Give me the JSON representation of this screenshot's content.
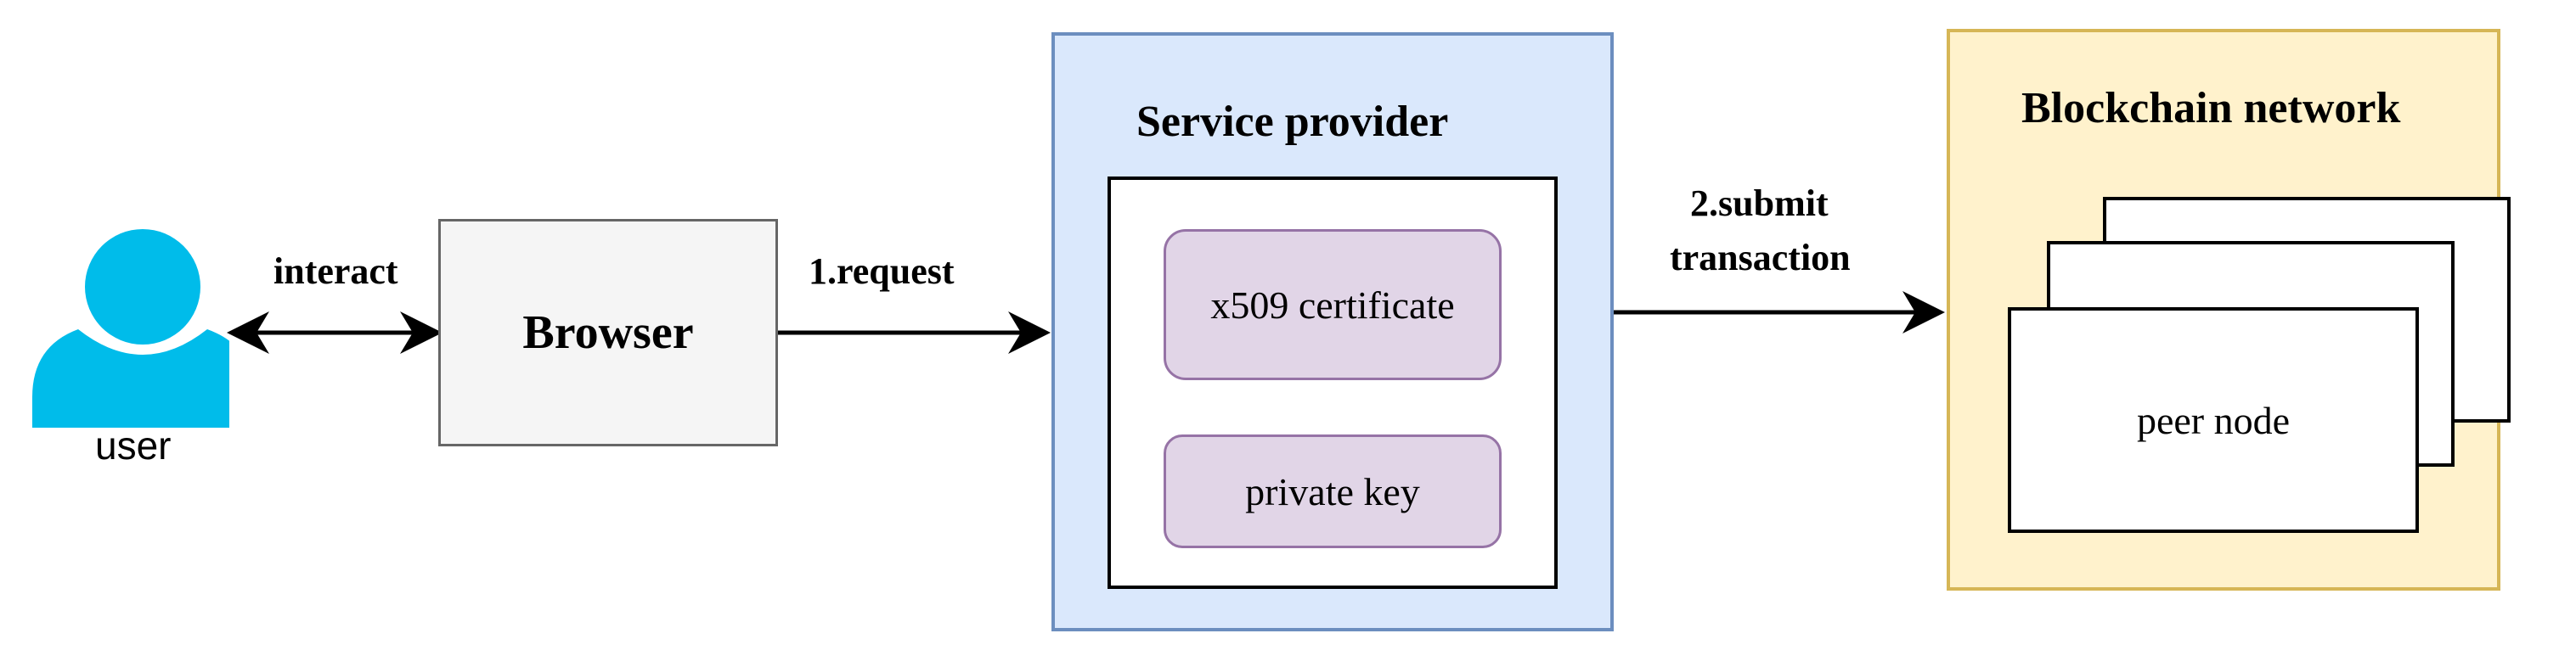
{
  "user": {
    "label": "user",
    "icon": "user-icon",
    "color": "#00bcea"
  },
  "edges": {
    "interact": "interact",
    "request": "1.request",
    "submit_line1": "2.submit",
    "submit_line2": "transaction"
  },
  "browser": {
    "label": "Browser",
    "fill": "#f5f5f5",
    "border": "#666666"
  },
  "service_provider": {
    "title": "Service provider",
    "fill": "#dae8fc",
    "border": "#6c8ebf",
    "items": [
      "x509 certificate",
      "private key"
    ],
    "item_fill": "#e1d5e7",
    "item_border": "#9673a6"
  },
  "blockchain": {
    "title": "Blockchain network",
    "fill": "#fff2cc",
    "border": "#d6b656",
    "node_label": "peer node"
  }
}
